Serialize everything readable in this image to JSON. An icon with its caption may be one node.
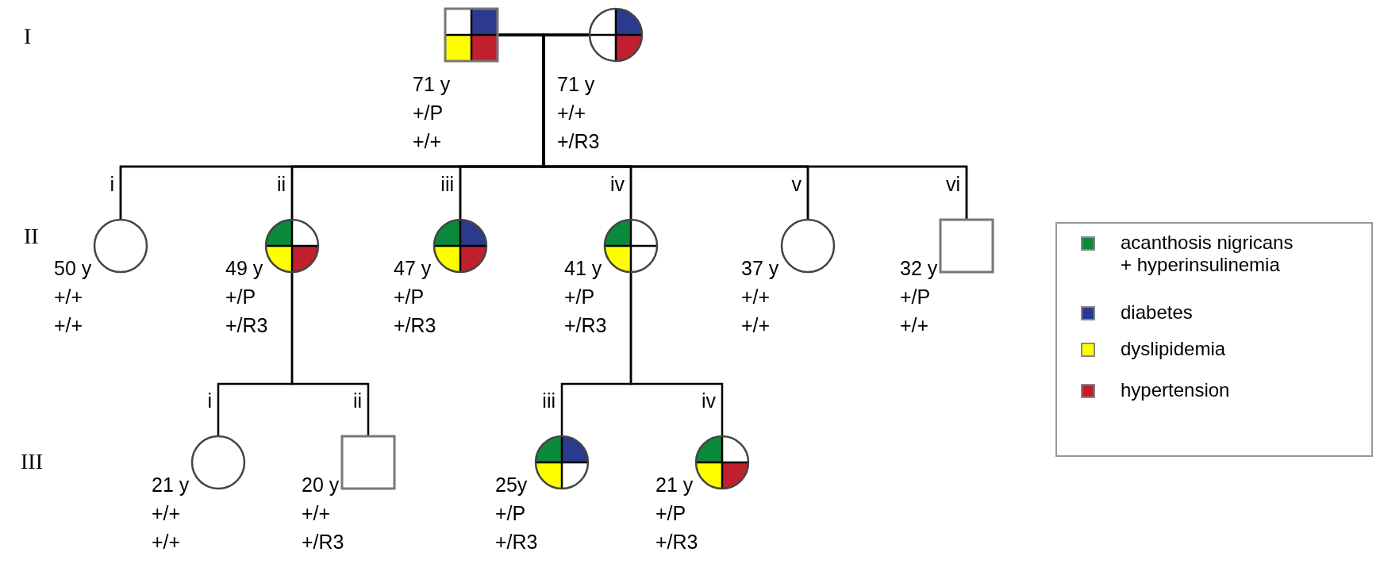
{
  "diagram": {
    "nodes": [
      {
        "text": [],
        "shape": "box",
        "beside": [
          "71 y",
          "+/P",
          "+/+"
        ]
      },
      {
        "text": [],
        "shape": "circle",
        "beside": [
          "71 y",
          "+/+",
          "+/R3"
        ]
      },
      {
        "text": [],
        "shape": "circle",
        "beside": [
          "i",
          "50 y",
          "+/+",
          "+/+"
        ]
      },
      {
        "text": [],
        "shape": "circle",
        "beside": [
          "ii",
          "49 y",
          "+/P",
          "+/R3"
        ]
      },
      {
        "text": [],
        "shape": "circle",
        "beside": [
          "iii",
          "47 y",
          "+/P",
          "+/R3"
        ]
      },
      {
        "text": [],
        "shape": "circle",
        "beside": [
          "iv",
          "41 y",
          "+/P",
          "+/R3"
        ]
      },
      {
        "text": [],
        "shape": "circle",
        "beside": [
          "v",
          "37 y",
          "+/+",
          "+/+"
        ]
      },
      {
        "text": [],
        "shape": "box",
        "beside": [
          "vi",
          "32 y",
          "+/P",
          "+/+"
        ]
      },
      {
        "text": [],
        "shape": "circle",
        "beside": [
          "i",
          "21 y",
          "+/+",
          "+/+"
        ]
      },
      {
        "text": [],
        "shape": "box",
        "beside": [
          "ii",
          "20 y",
          "+/+",
          "+/R3"
        ]
      },
      {
        "text": [],
        "shape": "circle",
        "beside": [
          "iii",
          "25y",
          "+/P",
          "+/R3"
        ]
      },
      {
        "text": [],
        "shape": "circle",
        "beside": [
          "iv",
          "21 y",
          "+/P",
          "+/R3"
        ]
      }
    ],
    "edges": [
      {
        "from": 0,
        "to": 1,
        "arrow": "none"
      },
      {
        "from": 0,
        "to": 2,
        "arrow": "none"
      },
      {
        "from": 0,
        "to": 3,
        "arrow": "none"
      },
      {
        "from": 0,
        "to": 4,
        "arrow": "none"
      },
      {
        "from": 0,
        "to": 5,
        "arrow": "none"
      },
      {
        "from": 0,
        "to": 6,
        "arrow": "none"
      },
      {
        "from": 0,
        "to": 7,
        "arrow": "none"
      },
      {
        "from": 1,
        "to": 2,
        "arrow": "none"
      },
      {
        "from": 1,
        "to": 3,
        "arrow": "none"
      },
      {
        "from": 1,
        "to": 4,
        "arrow": "none"
      },
      {
        "from": 1,
        "to": 5,
        "arrow": "none"
      },
      {
        "from": 1,
        "to": 6,
        "arrow": "none"
      },
      {
        "from": 1,
        "to": 7,
        "arrow": "none"
      },
      {
        "from": 3,
        "to": 8,
        "arrow": "none"
      },
      {
        "from": 3,
        "to": 9,
        "arrow": "none"
      },
      {
        "from": 5,
        "to": 10,
        "arrow": "none"
      },
      {
        "from": 5,
        "to": 11,
        "arrow": "none"
      }
    ],
    "labels": [
      "I",
      "II",
      "III"
    ],
    "legend": [
      {
        "text": "acanthosis nigricans + hyperinsulinemia",
        "color": "#0a8a3a"
      },
      {
        "text": "diabetes",
        "color": "#2b3a8c"
      },
      {
        "text": "dyslipidemia",
        "color": "#ffff00"
      },
      {
        "text": "hypertension",
        "color": "#c0202e"
      }
    ]
  }
}
